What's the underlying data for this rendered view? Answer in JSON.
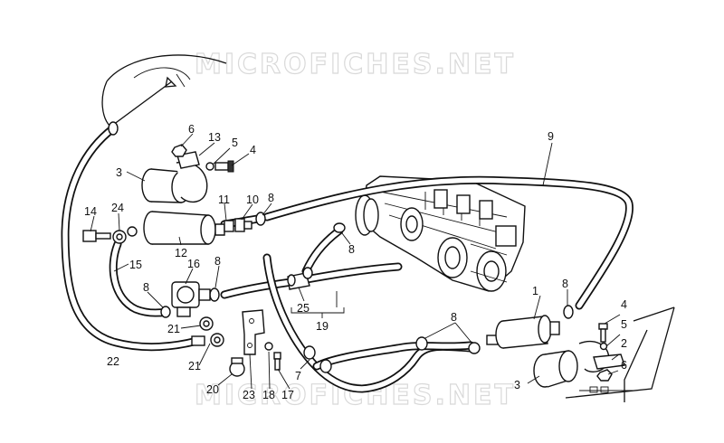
{
  "watermark": {
    "top": "MICROFICHES.NET",
    "bottom": "MICROFICHES.NET"
  },
  "callouts": [
    {
      "id": "c1",
      "text": "1"
    },
    {
      "id": "c2",
      "text": "2"
    },
    {
      "id": "c3a",
      "text": "3"
    },
    {
      "id": "c3b",
      "text": "3"
    },
    {
      "id": "c4a",
      "text": "4"
    },
    {
      "id": "c4b",
      "text": "4"
    },
    {
      "id": "c5a",
      "text": "5"
    },
    {
      "id": "c5b",
      "text": "5"
    },
    {
      "id": "c6a",
      "text": "6"
    },
    {
      "id": "c6b",
      "text": "6"
    },
    {
      "id": "c7",
      "text": "7"
    },
    {
      "id": "c8a",
      "text": "8"
    },
    {
      "id": "c8b",
      "text": "8"
    },
    {
      "id": "c8c",
      "text": "8"
    },
    {
      "id": "c8d",
      "text": "8"
    },
    {
      "id": "c8e",
      "text": "8"
    },
    {
      "id": "c8f",
      "text": "8"
    },
    {
      "id": "c9",
      "text": "9"
    },
    {
      "id": "c10",
      "text": "10"
    },
    {
      "id": "c11",
      "text": "11"
    },
    {
      "id": "c12",
      "text": "12"
    },
    {
      "id": "c13",
      "text": "13"
    },
    {
      "id": "c14",
      "text": "14"
    },
    {
      "id": "c15",
      "text": "15"
    },
    {
      "id": "c16",
      "text": "16"
    },
    {
      "id": "c17",
      "text": "17"
    },
    {
      "id": "c18",
      "text": "18"
    },
    {
      "id": "c19",
      "text": "19"
    },
    {
      "id": "c20",
      "text": "20"
    },
    {
      "id": "c21a",
      "text": "21"
    },
    {
      "id": "c21b",
      "text": "21"
    },
    {
      "id": "c22",
      "text": "22"
    },
    {
      "id": "c23",
      "text": "23"
    },
    {
      "id": "c24",
      "text": "24"
    },
    {
      "id": "c25",
      "text": "25"
    }
  ]
}
